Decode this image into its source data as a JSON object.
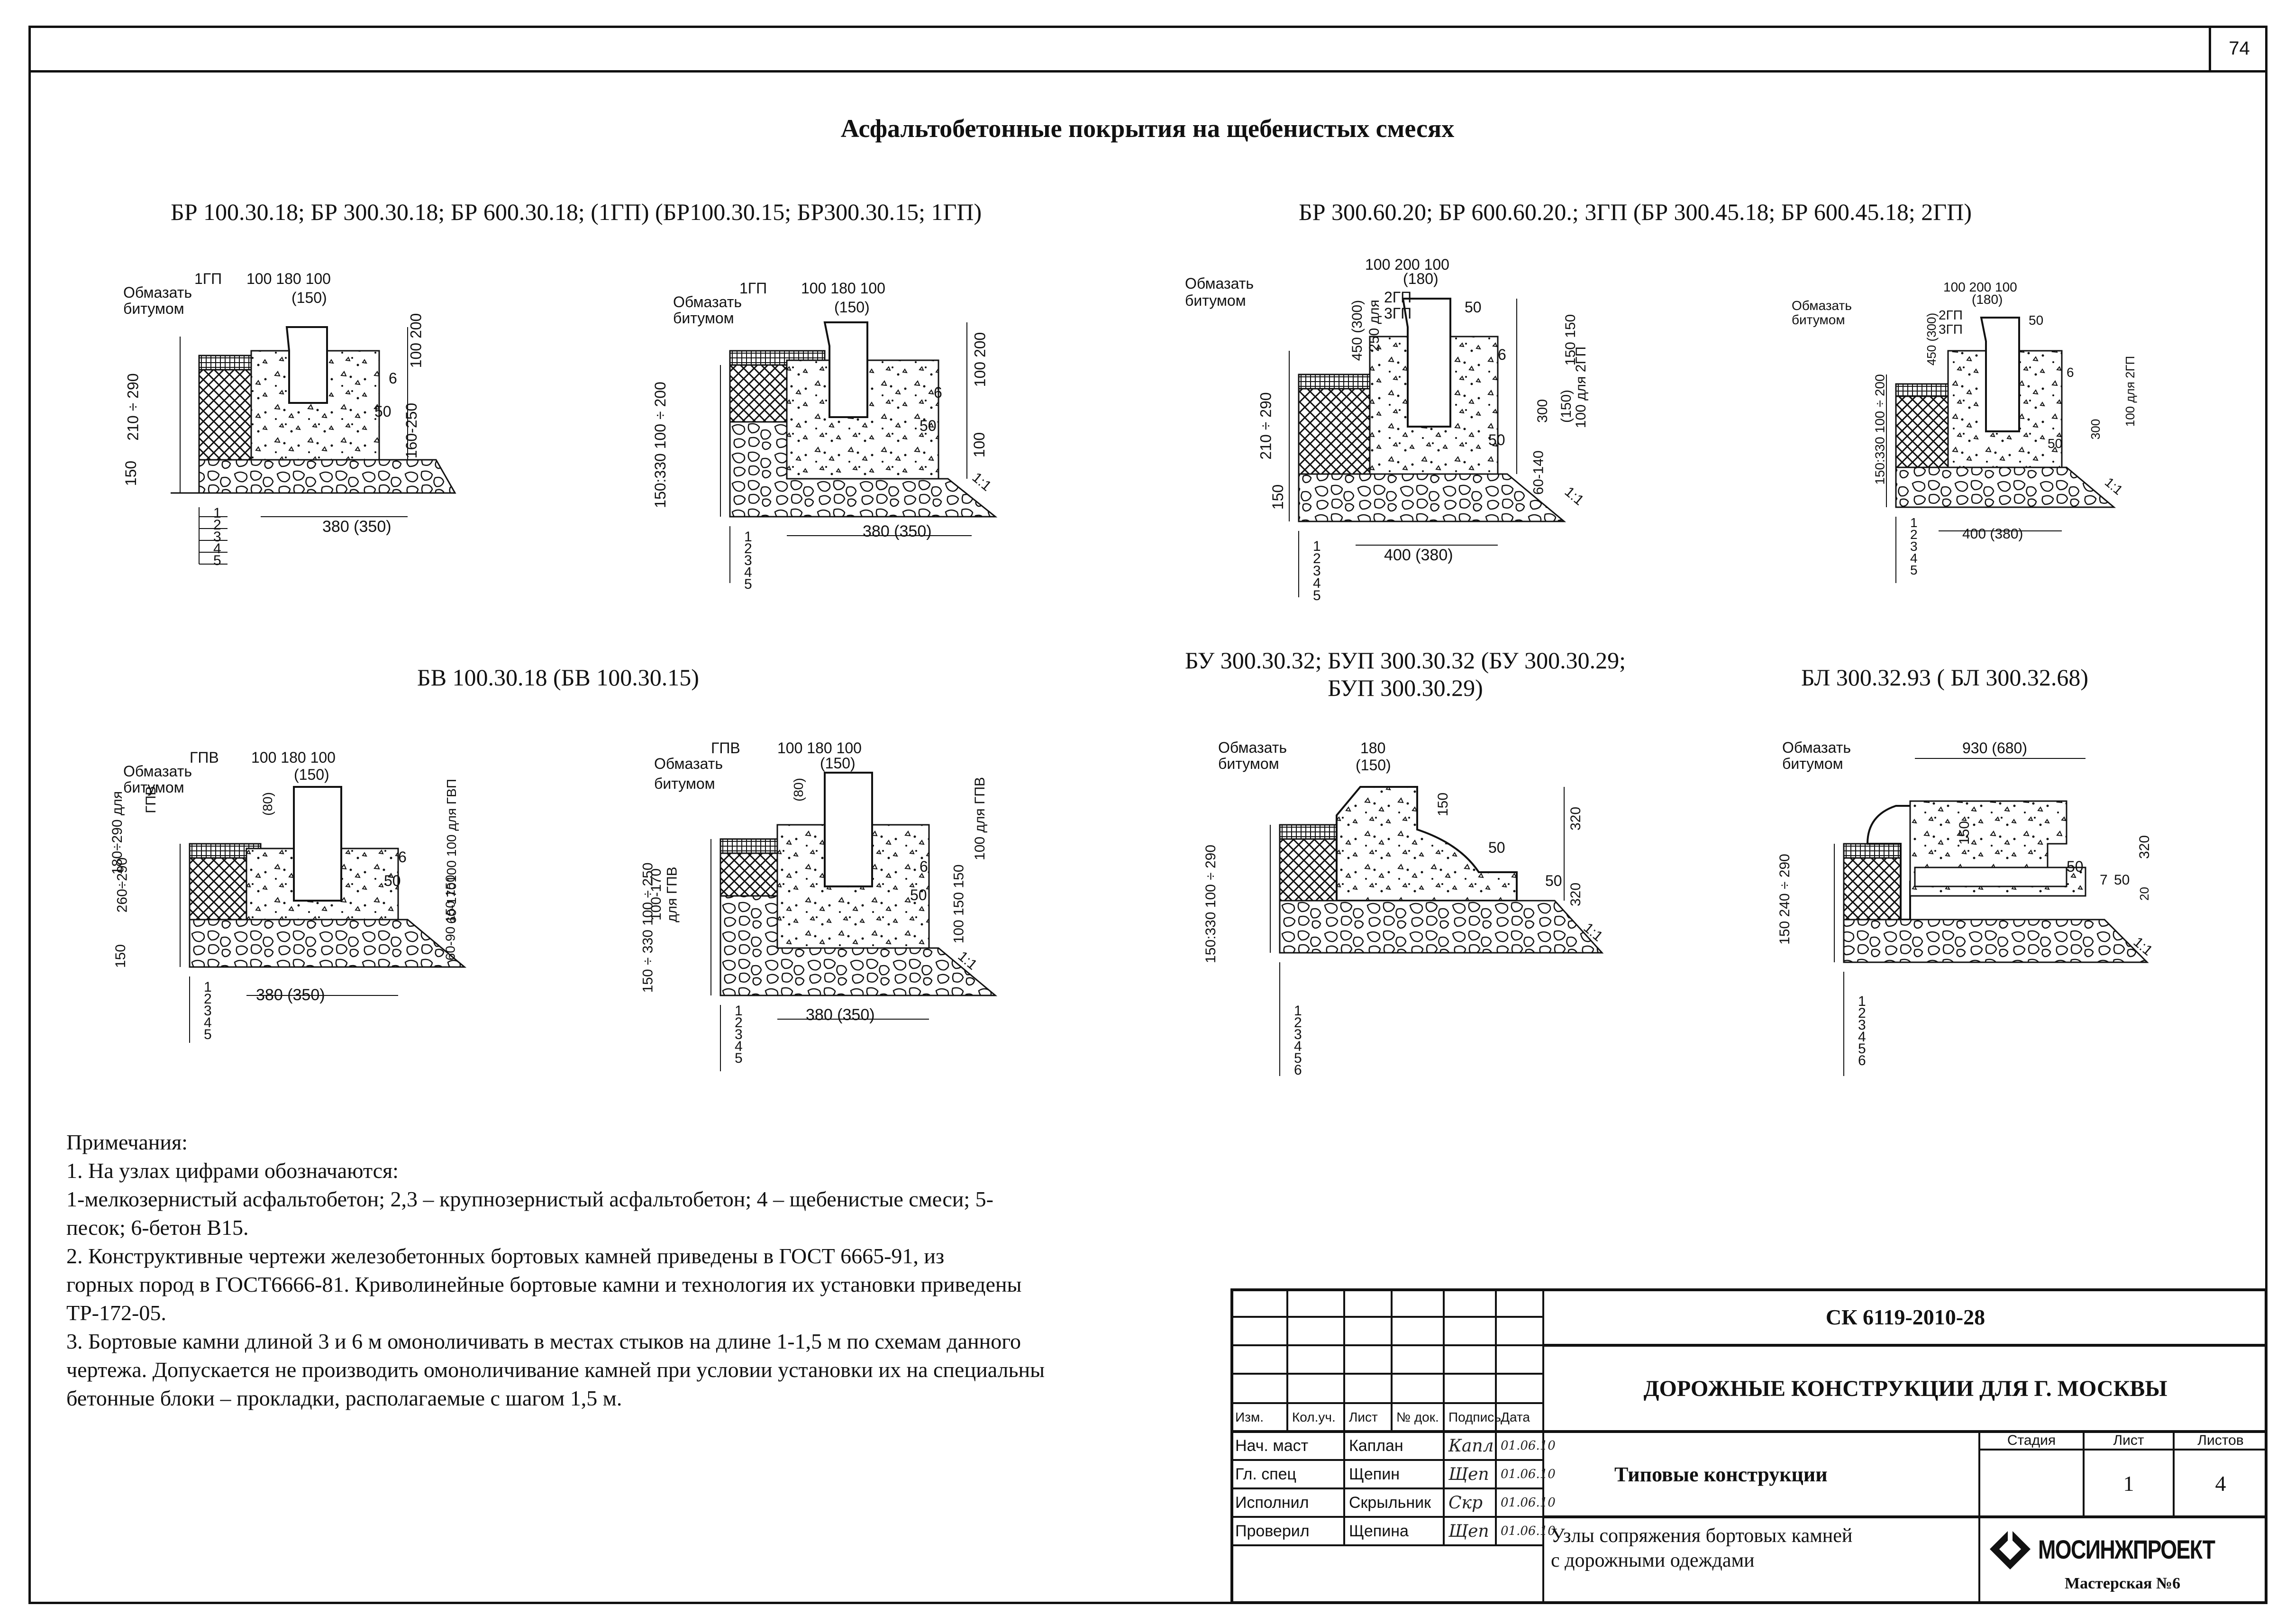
{
  "page_number": "74",
  "title": "Асфальтобетонные покрытия на щебенистых  смесях",
  "captions": {
    "br_left": "БР 100.30.18; БР 300.30.18; БР 600.30.18; (1ГП) (БР100.30.15; БР300.30.15; 1ГП)",
    "br_right": "БР 300.60.20; БР 600.60.20.; 3ГП (БР 300.45.18; БР 600.45.18; 2ГП)",
    "bv": "БВ 100.30.18 (БВ 100.30.15)",
    "bu_line1": "БУ 300.30.32; БУП 300.30.32 (БУ 300.30.29;",
    "bu_line2": "БУП 300.30.29)",
    "bl": "БЛ 300.32.93 ( БЛ 300.32.68)"
  },
  "sketch_labels": {
    "smear1": "Обмазать",
    "smear2": "битумом",
    "gp1": "1ГП",
    "gp2": "2ГП",
    "gp3": "3ГП",
    "gpv": "ГПВ",
    "dims_top_1": "100  180  100",
    "dims_top_150": "(150)",
    "dims_top_2": "100  200  100",
    "dims_top_180": "(180)",
    "d_180": "180",
    "d_930": "930 (680)",
    "w_380": "380 (350)",
    "w_400": "400 (380)",
    "v_210_290": "210 ÷ 290",
    "v_150": "150",
    "v_100_200": "100 200",
    "v_160_250": "160-250",
    "v_150_330": "150:330 100 ÷ 200",
    "v_100_200b": "100 200",
    "v_100": "100",
    "v_450": "450 (300)",
    "v_250": "250 для",
    "v_300": "300",
    "v_150b": "(150)",
    "v_100_2gp": "100 для 2ГП",
    "v_60_140": "60-140",
    "v_150_150": "150 150",
    "v_260_290": "260÷290",
    "v_180_290": "180÷290 для",
    "v_gpv": "ГПВ",
    "v_60_90": "60-90 150 150",
    "v_60_170": "60-170100 100 для ГВП",
    "v_100_250": "150 ÷ 330 100 ÷ 250",
    "v_100_170": "100-170",
    "v_dlya_gpv": "для ГПВ",
    "v_150_150b": "100 150 150",
    "v_100_gpv": "100 для ГПВ",
    "v_150_330b": "150:330  100 ÷ 290",
    "v_320": "320",
    "v_240_290": "150 240 ÷ 290",
    "v_20": "20",
    "n_6": "6",
    "n_50": "50",
    "n_80": "(80)",
    "n_7": "7",
    "slope": "1:1",
    "layers5": [
      "1",
      "2",
      "3",
      "4",
      "5"
    ],
    "layers6": [
      "1",
      "2",
      "3",
      "4",
      "5",
      "6"
    ]
  },
  "notes": {
    "head": "Примечания:",
    "n1": "1. На узлах цифрами обозначаются:",
    "n1b": "1-мелкозернистый асфальтобетон; 2,3 – крупнозернистый асфальтобетон; 4 – щебенистые смеси; 5-",
    "n1c": "песок; 6-бетон В15.",
    "n2": "2. Конструктивные чертежи железобетонных бортовых камней приведены в ГОСТ 6665-91, из",
    "n2b": "горных пород в ГОСТ6666-81. Криволинейные бортовые камни и технология их установки приведены",
    "n2c": "ТР-172-05.",
    "n3": "3. Бортовые камни длиной 3 и 6 м омоноличивать в местах стыков на длине 1-1,5 м по схемам данного",
    "n3b": "чертежа. Допускается не производить омоноличивание камней при условии установки их на специальны",
    "n3c": "бетонные блоки – прокладки, располагаемые с шагом 1,5 м."
  },
  "stamp": {
    "code": "СК 6119-2010-28",
    "main_title": "ДОРОЖНЫЕ КОНСТРУКЦИИ ДЛЯ Г. МОСКВЫ",
    "sub_title": "Типовые конструкции",
    "sheet_title_1": "Узлы сопряжения бортовых камней",
    "sheet_title_2": "с дорожными одеждами",
    "headers": {
      "izm": "Изм.",
      "kol": "Кол.уч.",
      "list": "Лист",
      "ndok": "№ док.",
      "podp": "Подпись",
      "data": "Дата"
    },
    "stage_label": "Стадия",
    "list_label": "Лист",
    "listov_label": "Листов",
    "list_value": "1",
    "listov_value": "4",
    "org": "МОСИНЖПРОЕКТ",
    "workshop": "Мастерская №6",
    "rows": [
      {
        "role": "Нач. маст",
        "name": "Каплан",
        "sign": "Капл",
        "date": "01.06.10"
      },
      {
        "role": "Гл. спец",
        "name": "Щепин",
        "sign": "Щеп",
        "date": "01.06.10"
      },
      {
        "role": "Исполнил",
        "name": "Скрыльник",
        "sign": "Скр",
        "date": "01.06.10"
      },
      {
        "role": "Проверил",
        "name": "Щепина",
        "sign": "Щеп",
        "date": "01.06.10"
      }
    ]
  }
}
